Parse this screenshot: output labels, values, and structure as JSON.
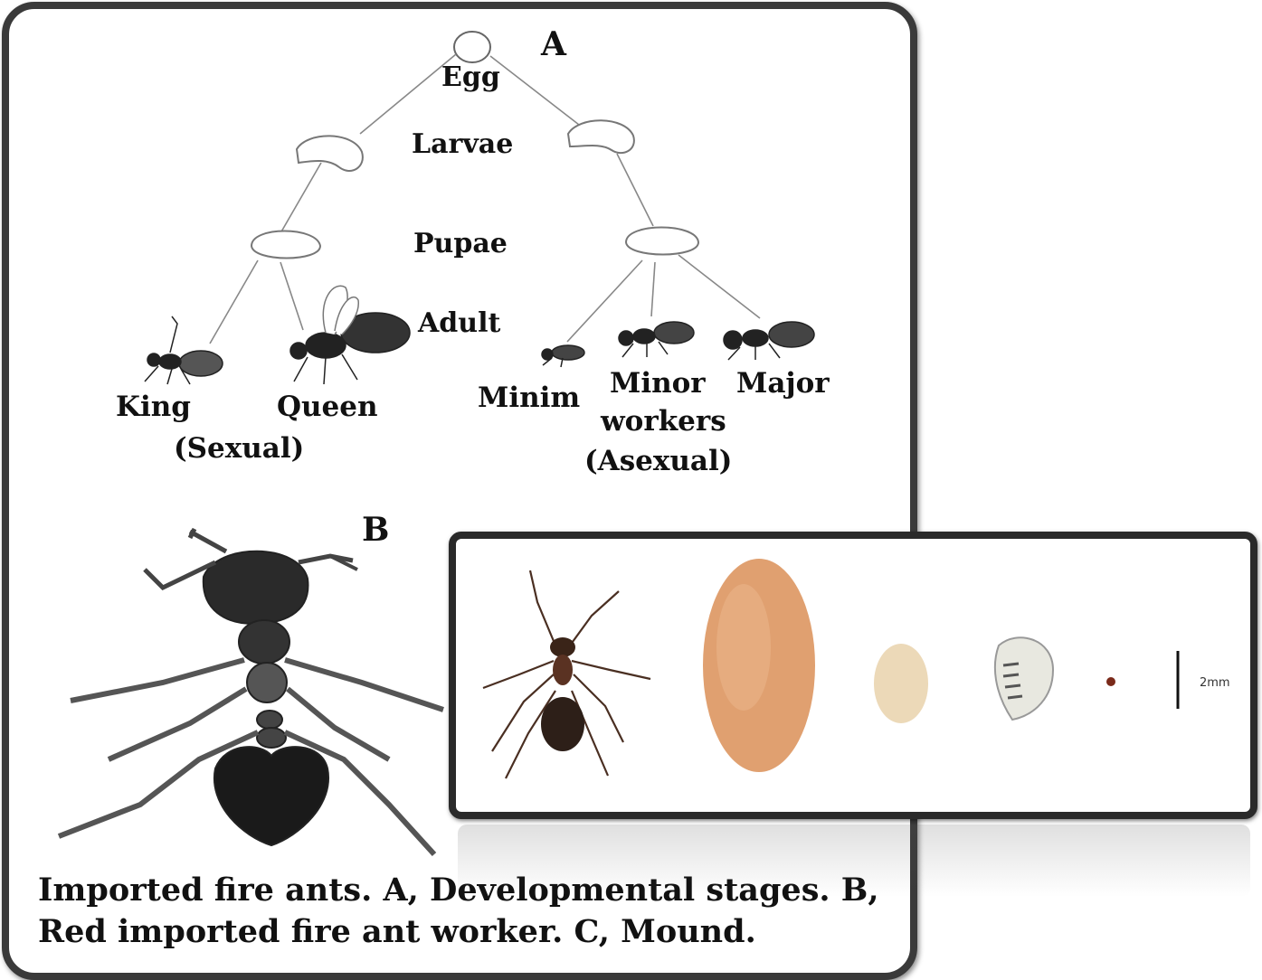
{
  "figure_a": {
    "letter": "A",
    "stages": {
      "egg": "Egg",
      "larvae": "Larvae",
      "pupae": "Pupae",
      "adult": "Adult"
    },
    "castes": {
      "king": "King",
      "queen": "Queen",
      "minim": "Minim",
      "minor_line1": "Minor",
      "minor_line2": "workers",
      "major": "Major"
    },
    "groups": {
      "sexual": "(Sexual)",
      "asexual": "(Asexual)"
    }
  },
  "figure_b": {
    "letter": "B"
  },
  "caption": {
    "line1": "Imported fire ants. A, Developmental stages. B,",
    "line2": "Red imported fire ant worker. C, Mound."
  },
  "photo": {
    "scale_label": "2mm"
  },
  "icons": [
    "egg-icon",
    "larva-icon",
    "pupa-icon",
    "ant-icon",
    "worker-ant-drawing",
    "cocoon-icon"
  ]
}
